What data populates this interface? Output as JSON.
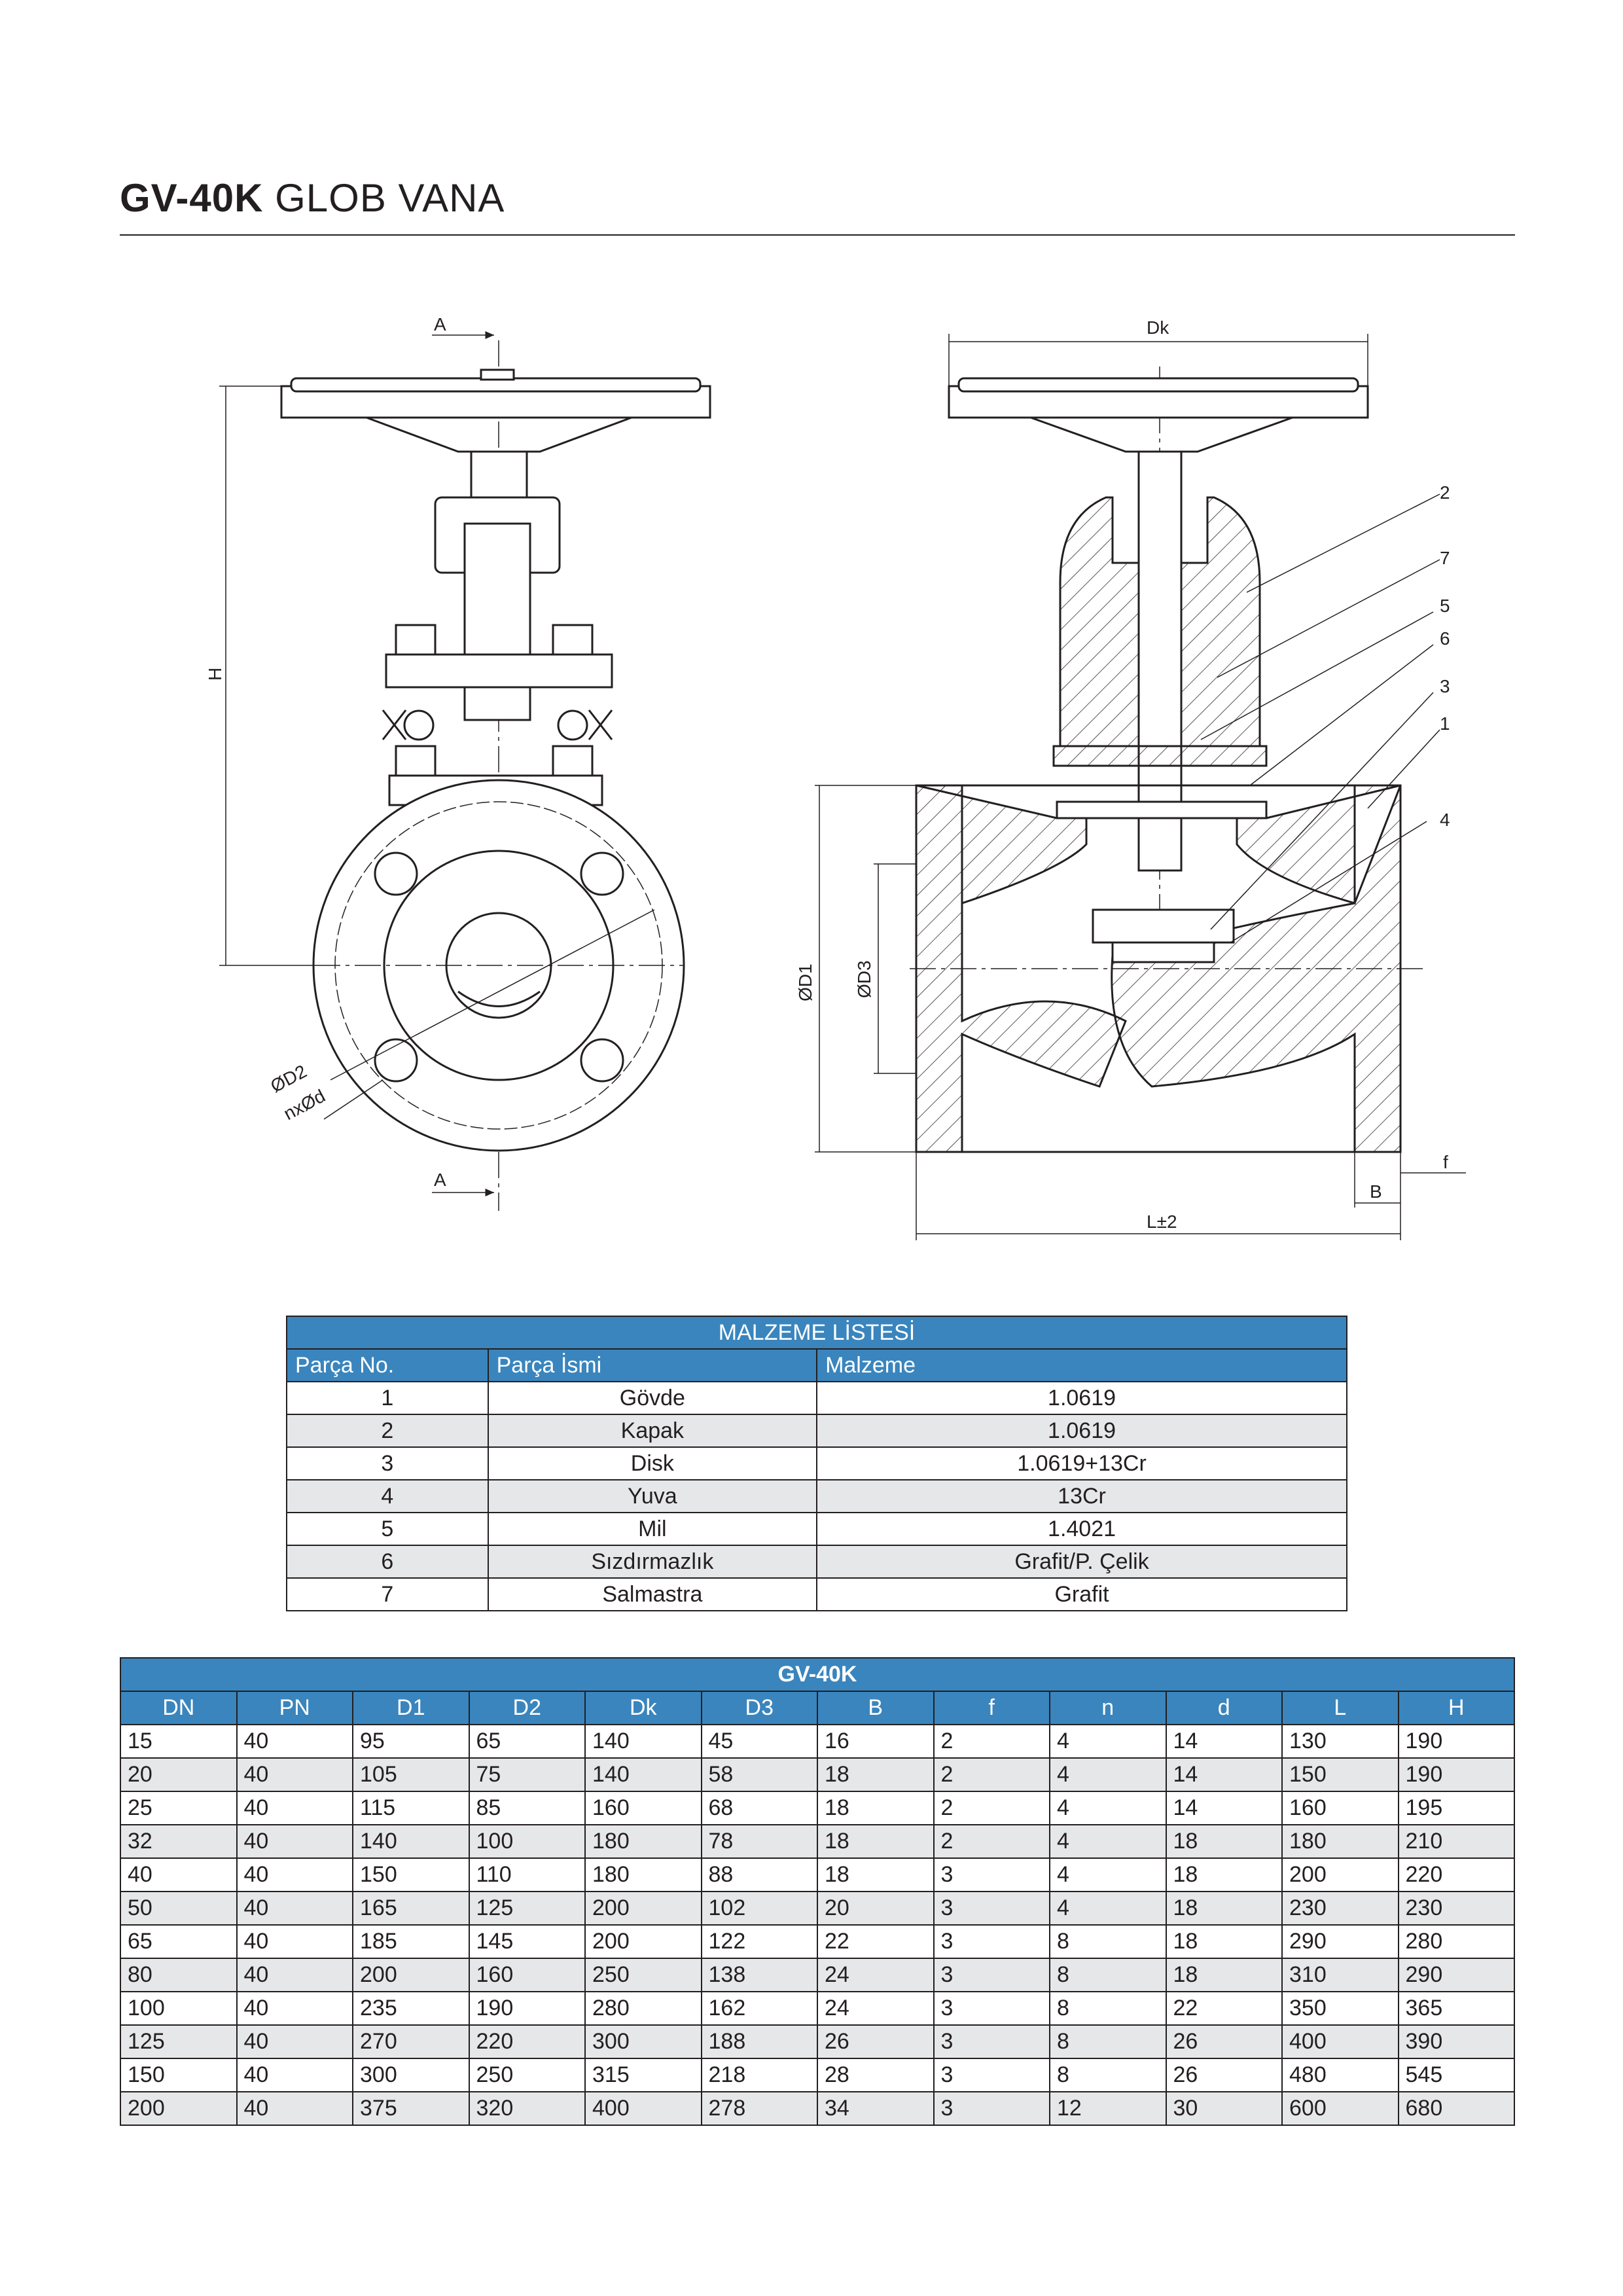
{
  "header": {
    "model": "GV-40K",
    "name": "GLOB VANA"
  },
  "drawing": {
    "labels": {
      "section_top": "A",
      "section_bottom": "A",
      "height": "H",
      "handwheel": "Dk",
      "d2": "ØD2",
      "holes": "nxØd",
      "d1": "ØD1",
      "d3": "ØD3",
      "length": "L±2",
      "b": "B",
      "f": "f"
    },
    "callouts": [
      "2",
      "7",
      "5",
      "6",
      "3",
      "1",
      "4"
    ]
  },
  "material_table": {
    "caption": "MALZEME LİSTESİ",
    "headers": [
      "Parça No.",
      "Parça İsmi",
      "Malzeme"
    ],
    "rows": [
      [
        "1",
        "Gövde",
        "1.0619"
      ],
      [
        "2",
        "Kapak",
        "1.0619"
      ],
      [
        "3",
        "Disk",
        "1.0619+13Cr"
      ],
      [
        "4",
        "Yuva",
        "13Cr"
      ],
      [
        "5",
        "Mil",
        "1.4021"
      ],
      [
        "6",
        "Sızdırmazlık",
        "Grafit/P. Çelik"
      ],
      [
        "7",
        "Salmastra",
        "Grafit"
      ]
    ]
  },
  "dimension_table": {
    "caption": "GV-40K",
    "headers": [
      "DN",
      "PN",
      "D1",
      "D2",
      "Dk",
      "D3",
      "B",
      "f",
      "n",
      "d",
      "L",
      "H"
    ],
    "rows": [
      [
        "15",
        "40",
        "95",
        "65",
        "140",
        "45",
        "16",
        "2",
        "4",
        "14",
        "130",
        "190"
      ],
      [
        "20",
        "40",
        "105",
        "75",
        "140",
        "58",
        "18",
        "2",
        "4",
        "14",
        "150",
        "190"
      ],
      [
        "25",
        "40",
        "115",
        "85",
        "160",
        "68",
        "18",
        "2",
        "4",
        "14",
        "160",
        "195"
      ],
      [
        "32",
        "40",
        "140",
        "100",
        "180",
        "78",
        "18",
        "2",
        "4",
        "18",
        "180",
        "210"
      ],
      [
        "40",
        "40",
        "150",
        "110",
        "180",
        "88",
        "18",
        "3",
        "4",
        "18",
        "200",
        "220"
      ],
      [
        "50",
        "40",
        "165",
        "125",
        "200",
        "102",
        "20",
        "3",
        "4",
        "18",
        "230",
        "230"
      ],
      [
        "65",
        "40",
        "185",
        "145",
        "200",
        "122",
        "22",
        "3",
        "8",
        "18",
        "290",
        "280"
      ],
      [
        "80",
        "40",
        "200",
        "160",
        "250",
        "138",
        "24",
        "3",
        "8",
        "18",
        "310",
        "290"
      ],
      [
        "100",
        "40",
        "235",
        "190",
        "280",
        "162",
        "24",
        "3",
        "8",
        "22",
        "350",
        "365"
      ],
      [
        "125",
        "40",
        "270",
        "220",
        "300",
        "188",
        "26",
        "3",
        "8",
        "26",
        "400",
        "390"
      ],
      [
        "150",
        "40",
        "300",
        "250",
        "315",
        "218",
        "28",
        "3",
        "8",
        "26",
        "480",
        "545"
      ],
      [
        "200",
        "40",
        "375",
        "320",
        "400",
        "278",
        "34",
        "3",
        "12",
        "30",
        "600",
        "680"
      ]
    ]
  }
}
